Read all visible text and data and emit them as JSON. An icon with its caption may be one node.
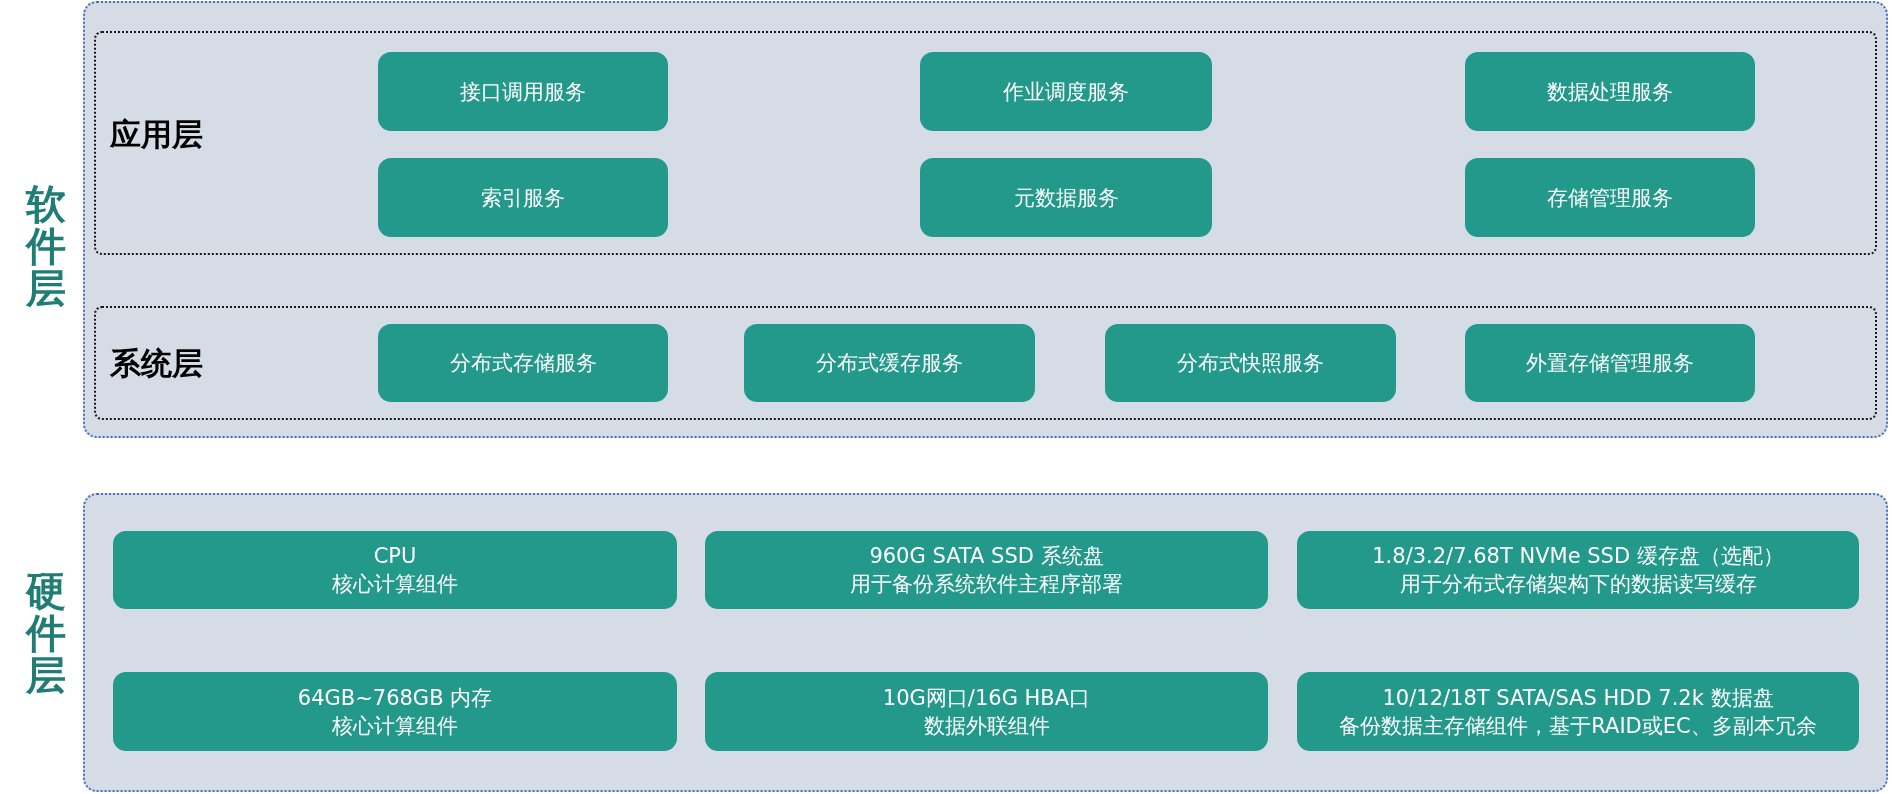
{
  "diagram": {
    "nodes": [
      {
        "text": [
          "软件层"
        ]
      },
      {
        "text": [
          "应用层"
        ],
        "in": 0
      },
      {
        "text": [
          "接口调用服务"
        ],
        "in": 1
      },
      {
        "text": [
          "作业调度服务"
        ],
        "in": 1
      },
      {
        "text": [
          "数据处理服务"
        ],
        "in": 1
      },
      {
        "text": [
          "索引服务"
        ],
        "in": 1
      },
      {
        "text": [
          "元数据服务"
        ],
        "in": 1
      },
      {
        "text": [
          "存储管理服务"
        ],
        "in": 1
      },
      {
        "text": [
          "系统层"
        ],
        "in": 0
      },
      {
        "text": [
          "分布式存储服务"
        ],
        "in": 8
      },
      {
        "text": [
          "分布式缓存服务"
        ],
        "in": 8
      },
      {
        "text": [
          "分布式快照服务"
        ],
        "in": 8
      },
      {
        "text": [
          "外置存储管理服务"
        ],
        "in": 8
      },
      {
        "text": [
          "硬件层"
        ]
      },
      {
        "text": [
          "CPU",
          "核心计算组件"
        ],
        "in": 13
      },
      {
        "text": [
          "960G SATA SSD 系统盘",
          "用于备份系统软件主程序部署"
        ],
        "in": 13
      },
      {
        "text": [
          "1.8/3.2/7.68T NVMe SSD 缓存盘（选配）",
          "用于分布式存储架构下的数据读写缓存"
        ],
        "in": 13
      },
      {
        "text": [
          "64GB~768GB 内存",
          "核心计算组件"
        ],
        "in": 13
      },
      {
        "text": [
          "10G网口/16G HBA口",
          "数据外联组件"
        ],
        "in": 13
      },
      {
        "text": [
          "10/12/18T SATA/SAS HDD 7.2k 数据盘",
          "备份数据主存储组件，基于RAID或EC、多副本冗余"
        ],
        "in": 13
      }
    ]
  }
}
